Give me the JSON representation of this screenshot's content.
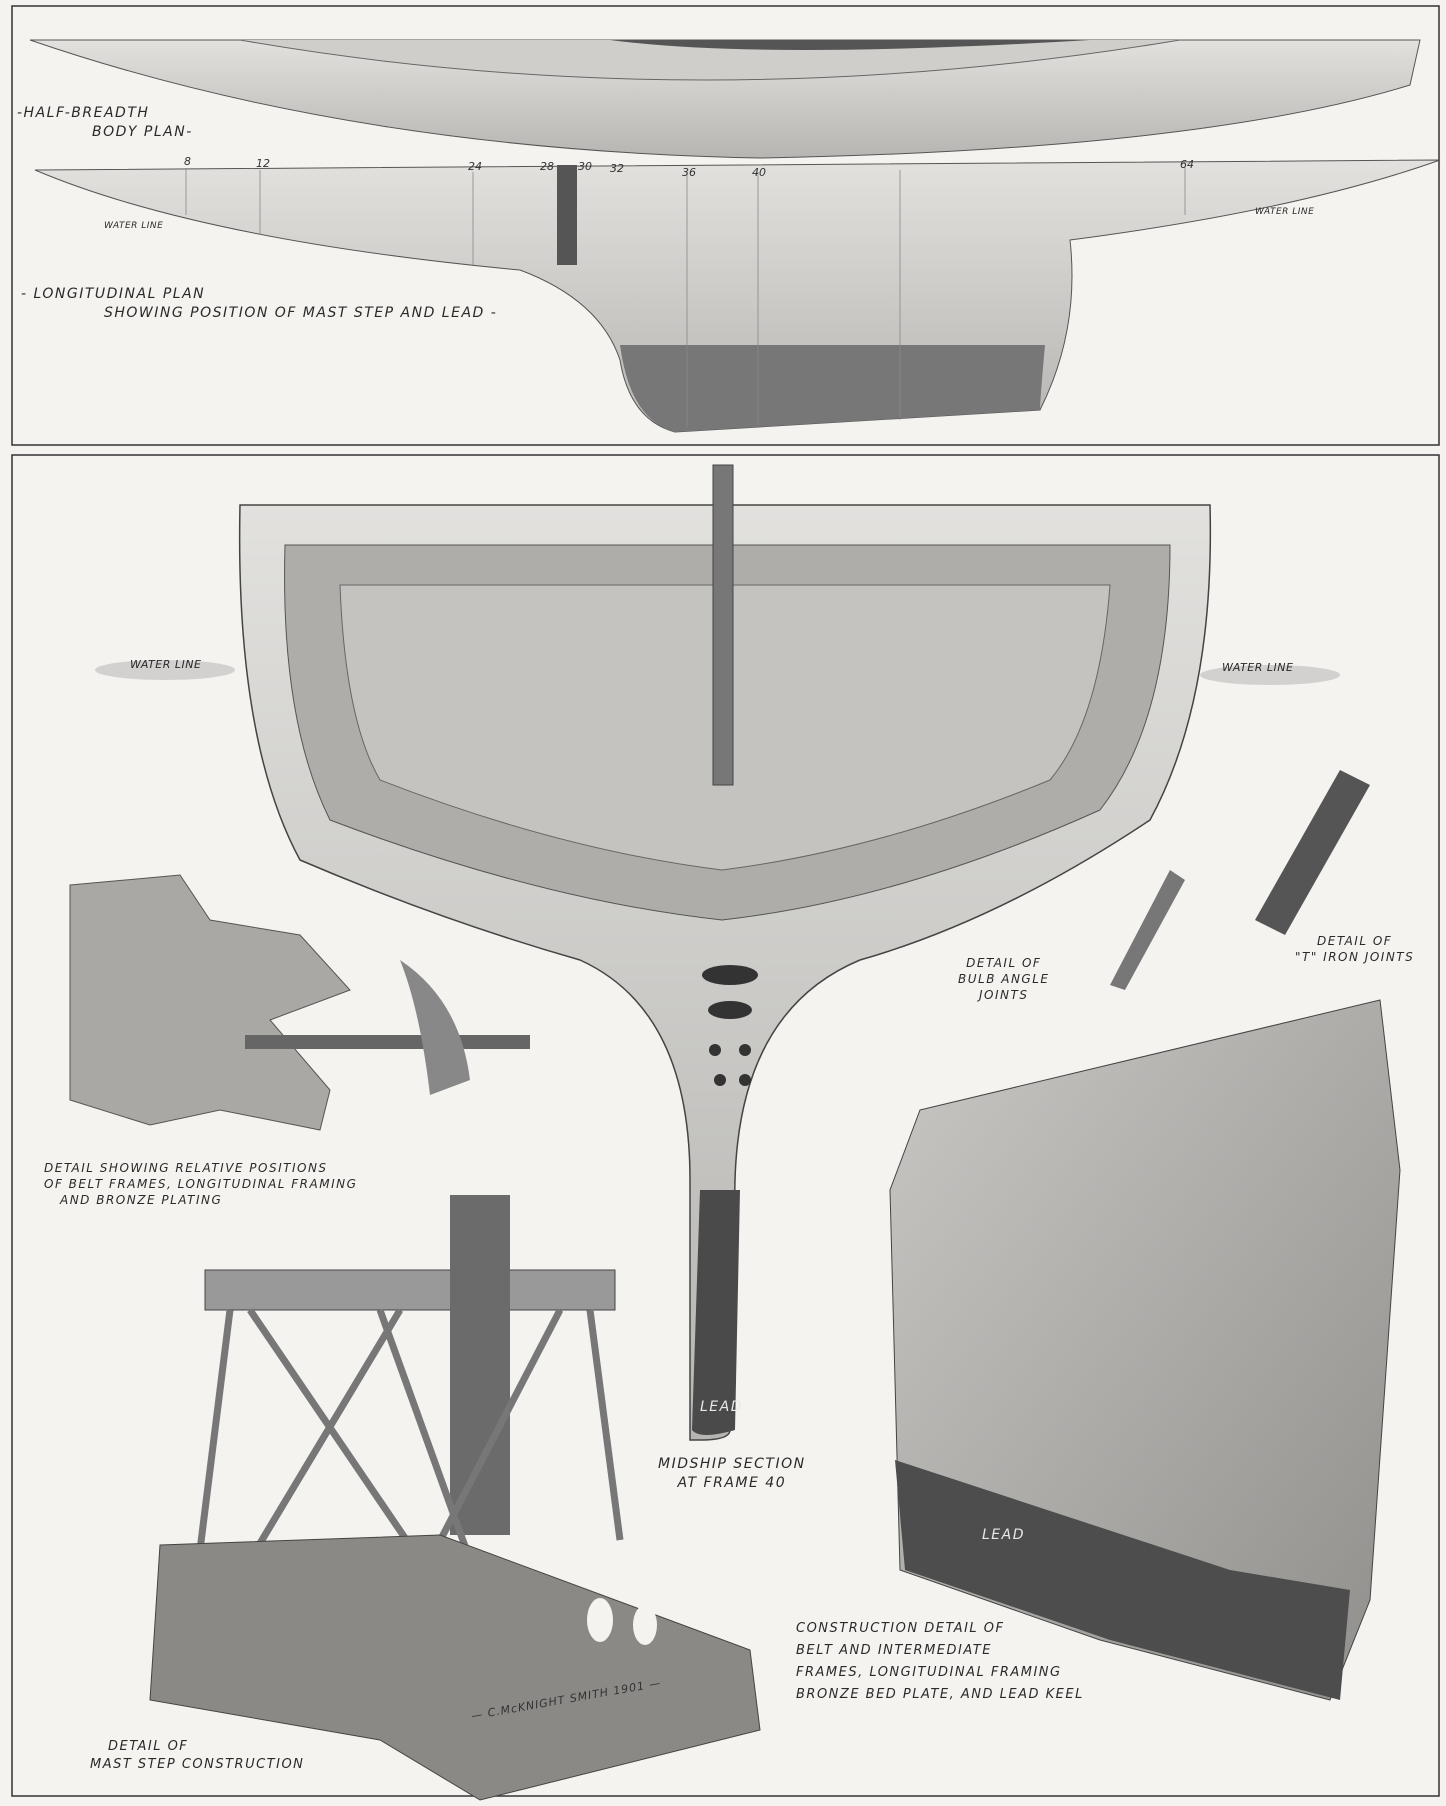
{
  "top_panel": {
    "half_breadth_line1": "-HALF-BREADTH",
    "half_breadth_line2": "BODY PLAN-",
    "frame_numbers": [
      "8",
      "12",
      "24",
      "28",
      "30",
      "32",
      "36",
      "40",
      "64"
    ],
    "water_line_left": "WATER LINE",
    "water_line_right": "WATER LINE",
    "longitudinal_line1": "- LONGITUDINAL PLAN",
    "longitudinal_line2": "SHOWING POSITION OF MAST STEP AND LEAD -"
  },
  "bottom_panel": {
    "water_line_left": "WATER LINE",
    "water_line_right": "WATER LINE",
    "bulb_angle": [
      "DETAIL OF",
      "BULB ANGLE",
      "JOINTS"
    ],
    "t_iron": [
      "DETAIL OF",
      "\"T\" IRON JOINTS"
    ],
    "relative_positions": [
      "DETAIL SHOWING RELATIVE POSITIONS",
      "OF BELT FRAMES, LONGITUDINAL FRAMING",
      "AND BRONZE PLATING"
    ],
    "lead_keel_label": "LEAD",
    "midship": [
      "MIDSHIP SECTION",
      "AT FRAME 40"
    ],
    "lead_block_label": "LEAD",
    "construction": [
      "CONSTRUCTION DETAIL OF",
      "BELT AND INTERMEDIATE",
      "FRAMES, LONGITUDINAL FRAMING",
      "BRONZE BED PLATE, AND LEAD KEEL"
    ],
    "mast_step": [
      "DETAIL OF",
      "MAST STEP CONSTRUCTION"
    ],
    "signature": "— C.McKNIGHT SMITH 1901 —"
  }
}
